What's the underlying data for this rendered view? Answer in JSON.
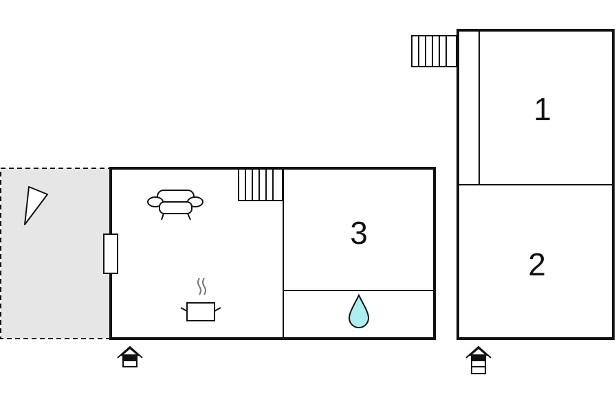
{
  "rooms": [
    {
      "id": "room-1",
      "label": "1"
    },
    {
      "id": "room-2",
      "label": "2"
    },
    {
      "id": "room-3",
      "label": "3"
    }
  ],
  "icons": {
    "living": "sofa-icon",
    "kitchen": "cooking-pot-icon",
    "bathroom": "water-drop-icon",
    "terrace": "sunshade-icon",
    "entrance": "entrance-icon",
    "stairs": "stairs-icon",
    "window": "window-icon"
  },
  "colors": {
    "walls": "#111111",
    "terrace_fill": "#e6e6e6",
    "water": "#aeeef0"
  }
}
